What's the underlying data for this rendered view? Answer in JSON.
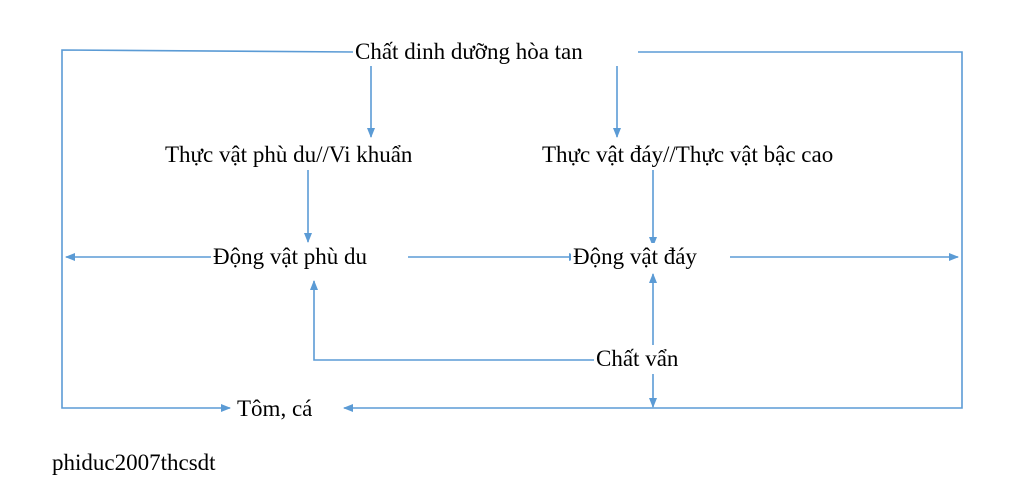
{
  "diagram": {
    "line_color": "#5b9bd5",
    "nodes": {
      "nutrients": "Chất dinh dưỡng hòa tan",
      "phytoplankton": "Thực vật phù du//Vi khuẩn",
      "benthic_plants": "Thực vật đáy//Thực vật bậc cao",
      "zooplankton": "Động vật phù du",
      "zoobenthos": "Động vật đáy",
      "detritus": "Chất vẩn",
      "shrimp_fish": "Tôm, cá"
    }
  },
  "footer": {
    "watermark": "phiduc2007thcsdt"
  }
}
